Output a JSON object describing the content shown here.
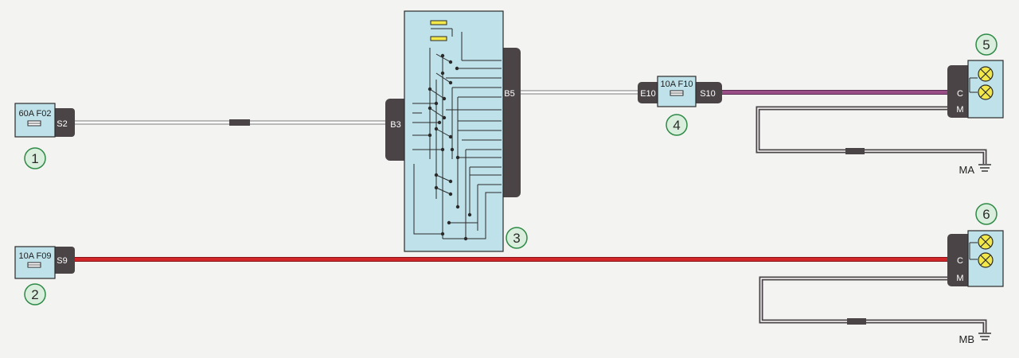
{
  "colors": {
    "background": "#f3f3f1",
    "component_fill": "#bfe2ea",
    "connector": "#4a4446",
    "callout_fill": "#d9eedc",
    "callout_stroke": "#2e8a46",
    "wire_red": "#d0262a",
    "wire_violet": "#9a4e88",
    "wire_white": "#ffffff",
    "wire_black": "#4a4446",
    "lamp_fill": "#f2e84a"
  },
  "components": {
    "c1": {
      "callout": "1",
      "fuse": "60A F02",
      "pin": "S2"
    },
    "c2": {
      "callout": "2",
      "fuse": "10A F09",
      "pin": "S9"
    },
    "c3": {
      "callout": "3",
      "pin_left": "B3",
      "pin_right": "B5"
    },
    "c4": {
      "callout": "4",
      "fuse": "10A F10",
      "pin_left": "E10",
      "pin_right": "S10"
    },
    "c5": {
      "callout": "5",
      "pin_c": "C",
      "pin_m": "M"
    },
    "c6": {
      "callout": "6",
      "pin_c": "C",
      "pin_m": "M"
    }
  },
  "grounds": {
    "ga": "MA",
    "gb": "MB"
  }
}
